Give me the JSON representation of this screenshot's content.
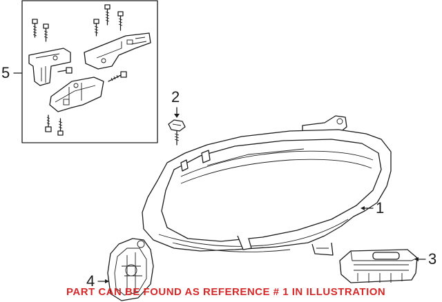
{
  "callouts": {
    "c1": "1",
    "c2": "2",
    "c3": "3",
    "c4": "4",
    "c5": "5"
  },
  "footer_note": "PART CAN BE FOUND AS REFERENCE # 1 IN ILLUSTRATION",
  "colors": {
    "line": "#1a1a1a",
    "note": "#d62828",
    "background": "#ffffff"
  }
}
